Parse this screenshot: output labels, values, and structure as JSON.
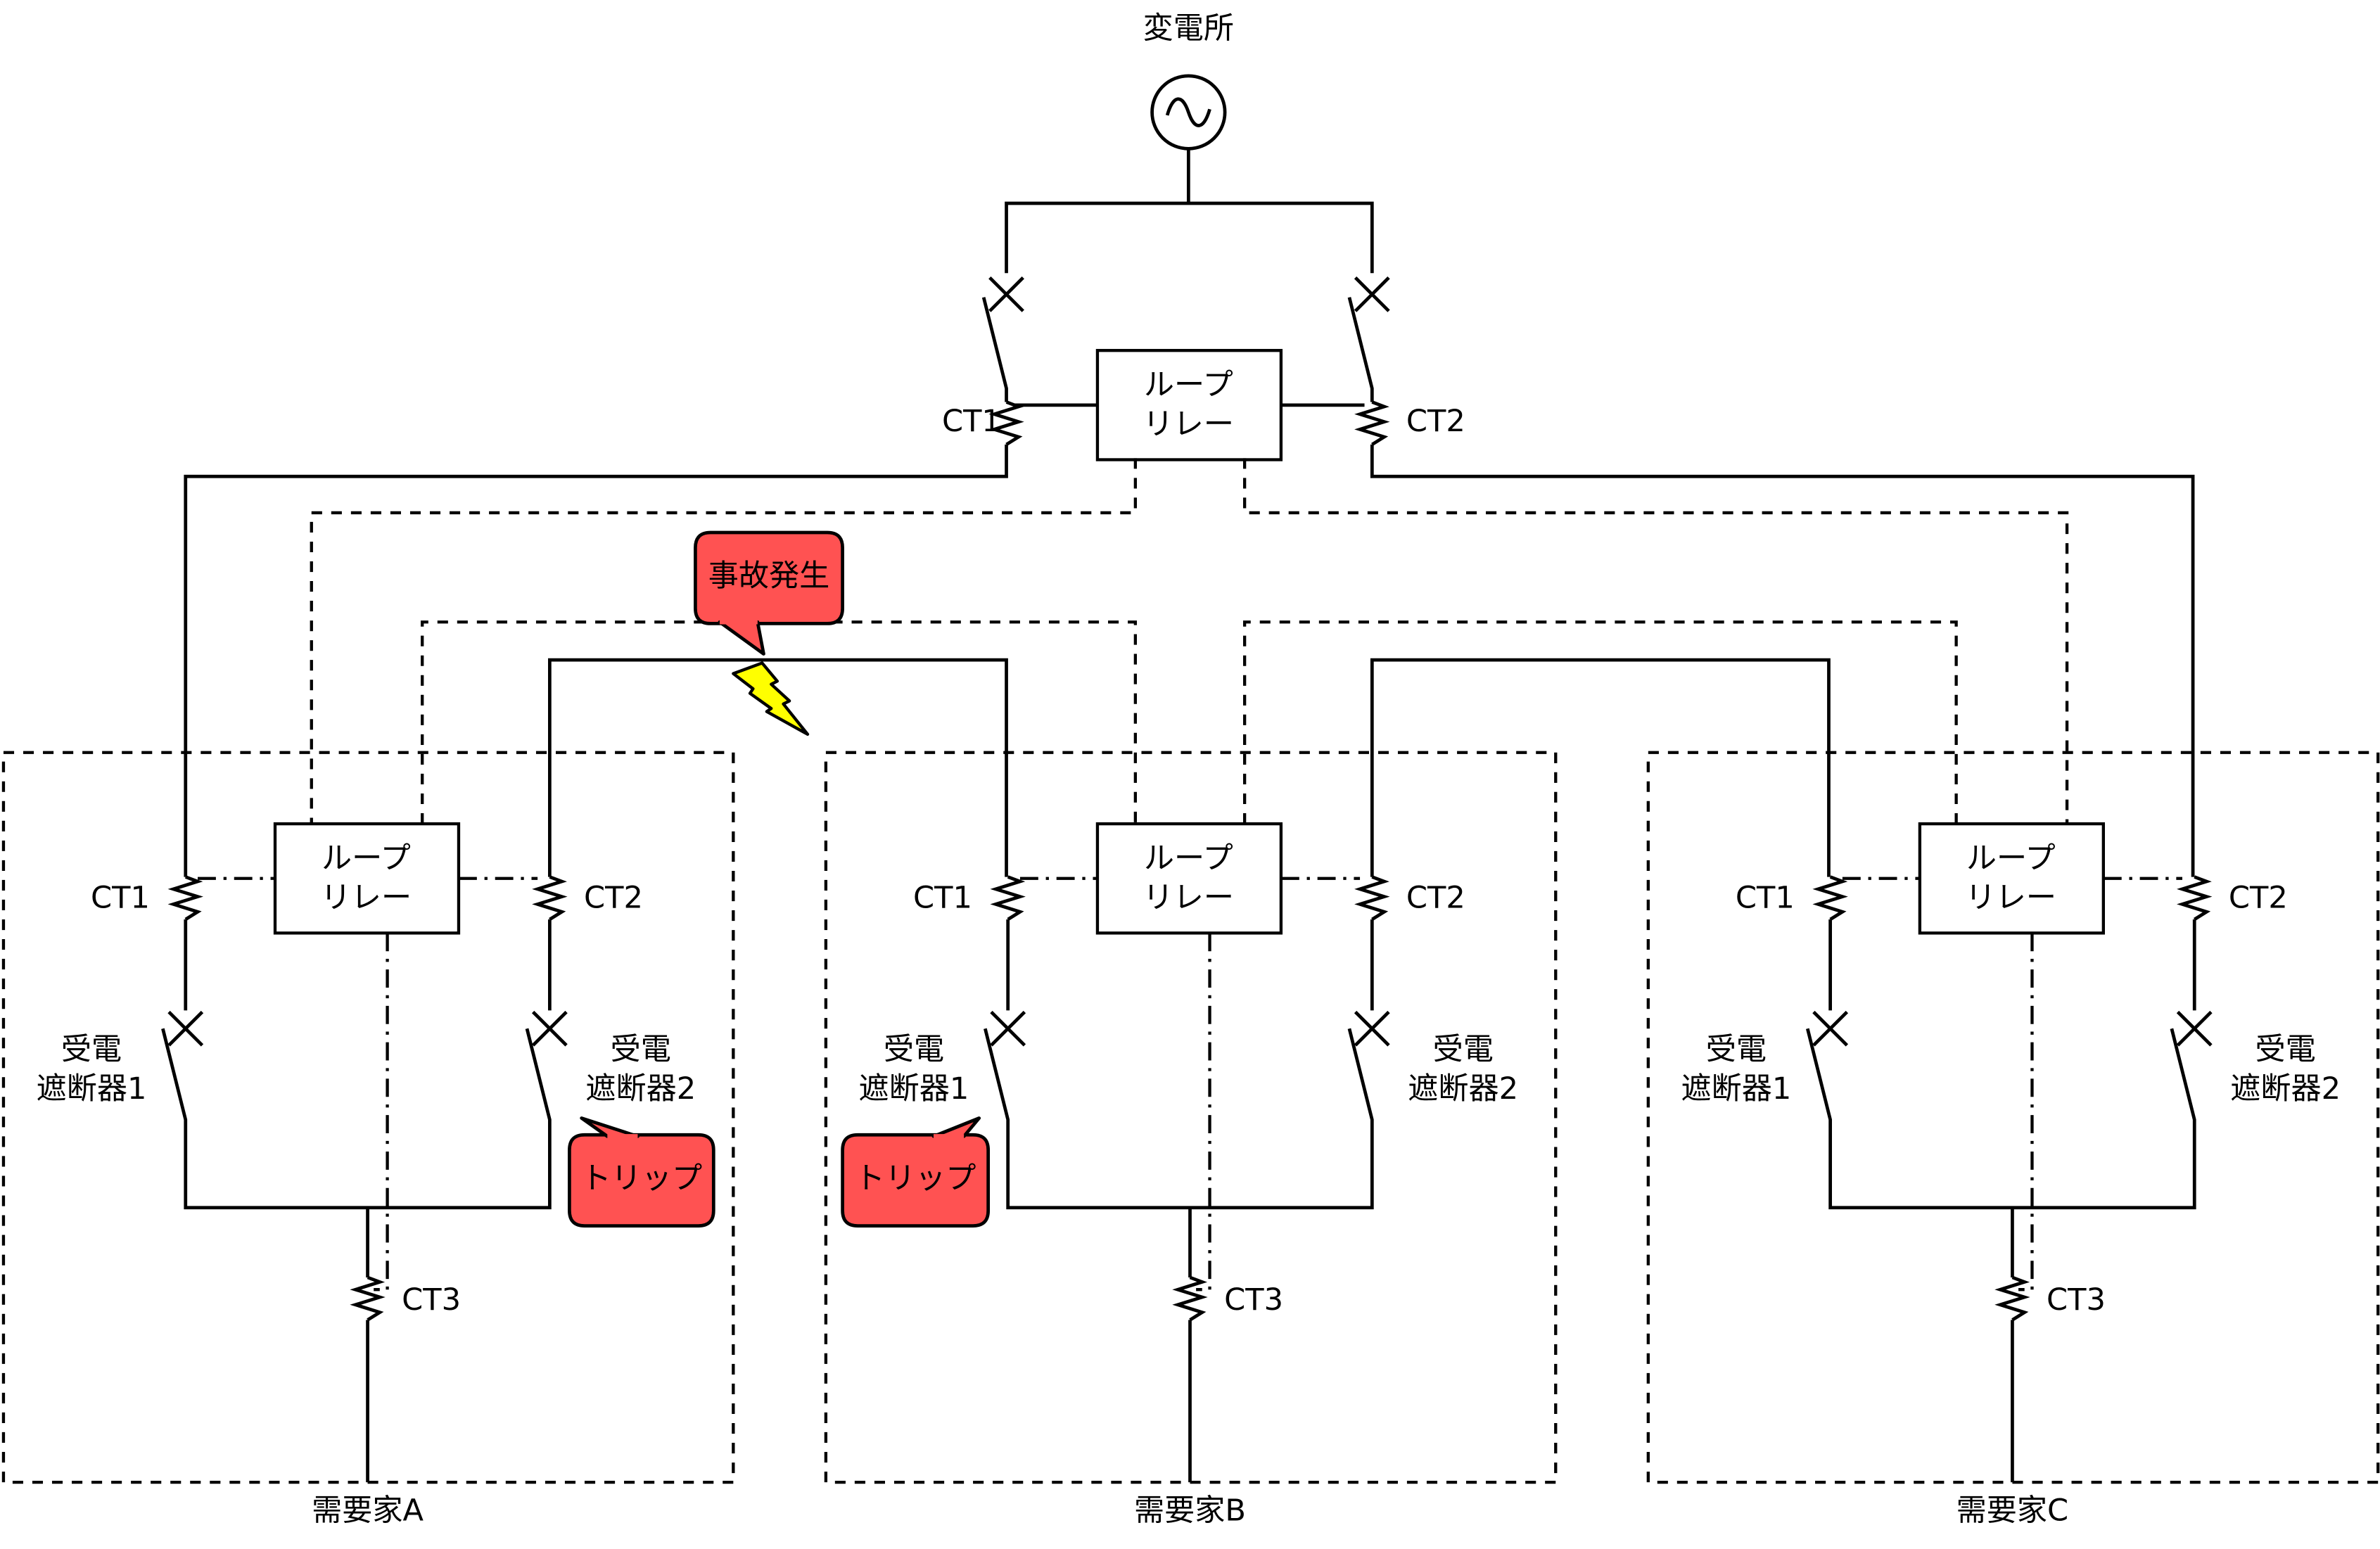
{
  "substation": {
    "label": "変電所",
    "source_icon": "ac-source-icon"
  },
  "top_relay": {
    "line1": "ループ",
    "line2": "リレー",
    "ct_left": "CT1",
    "ct_right": "CT2"
  },
  "customers": [
    {
      "name": "需要家A",
      "relay_line1": "ループ",
      "relay_line2": "リレー",
      "ct1": "CT1",
      "ct2": "CT2",
      "ct3": "CT3",
      "breaker1_line1": "受電",
      "breaker1_line2": "遮断器1",
      "breaker2_line1": "受電",
      "breaker2_line2": "遮断器2"
    },
    {
      "name": "需要家B",
      "relay_line1": "ループ",
      "relay_line2": "リレー",
      "ct1": "CT1",
      "ct2": "CT2",
      "ct3": "CT3",
      "breaker1_line1": "受電",
      "breaker1_line2": "遮断器1",
      "breaker2_line1": "受電",
      "breaker2_line2": "遮断器2"
    },
    {
      "name": "需要家C",
      "relay_line1": "ループ",
      "relay_line2": "リレー",
      "ct1": "CT1",
      "ct2": "CT2",
      "ct3": "CT3",
      "breaker1_line1": "受電",
      "breaker1_line2": "遮断器1",
      "breaker2_line1": "受電",
      "breaker2_line2": "遮断器2"
    }
  ],
  "callouts": {
    "fault": "事故発生",
    "trip_a": "トリップ",
    "trip_b": "トリップ"
  },
  "colors": {
    "callout_fill": "#FF5252",
    "lightning_fill": "#FFFF00",
    "line": "#000000"
  }
}
